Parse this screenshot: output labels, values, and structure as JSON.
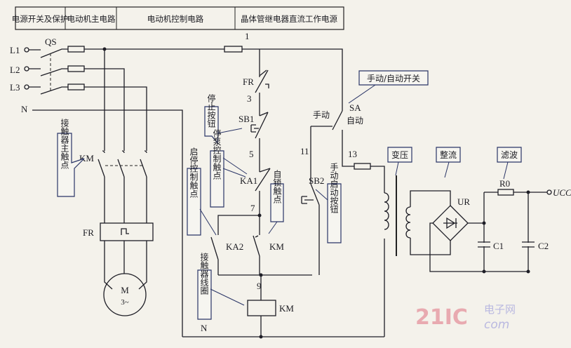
{
  "header": {
    "cells": [
      "电源开关及保护",
      "电动机主电路",
      "电动机控制电路",
      "晶体管继电器直流工作电源"
    ]
  },
  "labels": {
    "l1": "L1",
    "l2": "L2",
    "l3": "L3",
    "n": "N",
    "qs": "QS",
    "km_main": "KM",
    "fr_main": "FR",
    "motor": "M",
    "motor_phase": "3~",
    "node1": "1",
    "fr_ctrl": "FR",
    "node3": "3",
    "sb1": "SB1",
    "node5": "5",
    "ka1": "KA1",
    "node7": "7",
    "ka2": "KA2",
    "km_aux": "KM",
    "node9": "9",
    "km_coil": "KM",
    "n_ctrl": "N",
    "manual": "手动",
    "sa": "SA",
    "auto": "自动",
    "node11": "11",
    "node13": "13",
    "sb2": "SB2",
    "ur": "UR",
    "r0": "R0",
    "c1": "C1",
    "c2": "C2",
    "ucc": "UCC"
  },
  "callouts": {
    "main_contact": "接触器主触点",
    "stop_button": "停止按钮",
    "pump_stop_contact": "停泵控制触点",
    "start_stop_contact": "启停控制触点",
    "self_lock": "自锁触点",
    "coil": "接触器线圈",
    "manual_start": "手动启动按钮",
    "manual_auto_switch": "手动/自动开关",
    "transform": "变压",
    "rectify": "整流",
    "filter": "滤波"
  },
  "watermark": {
    "logo": "21IC",
    "site": "电子网",
    "domain": "com"
  }
}
